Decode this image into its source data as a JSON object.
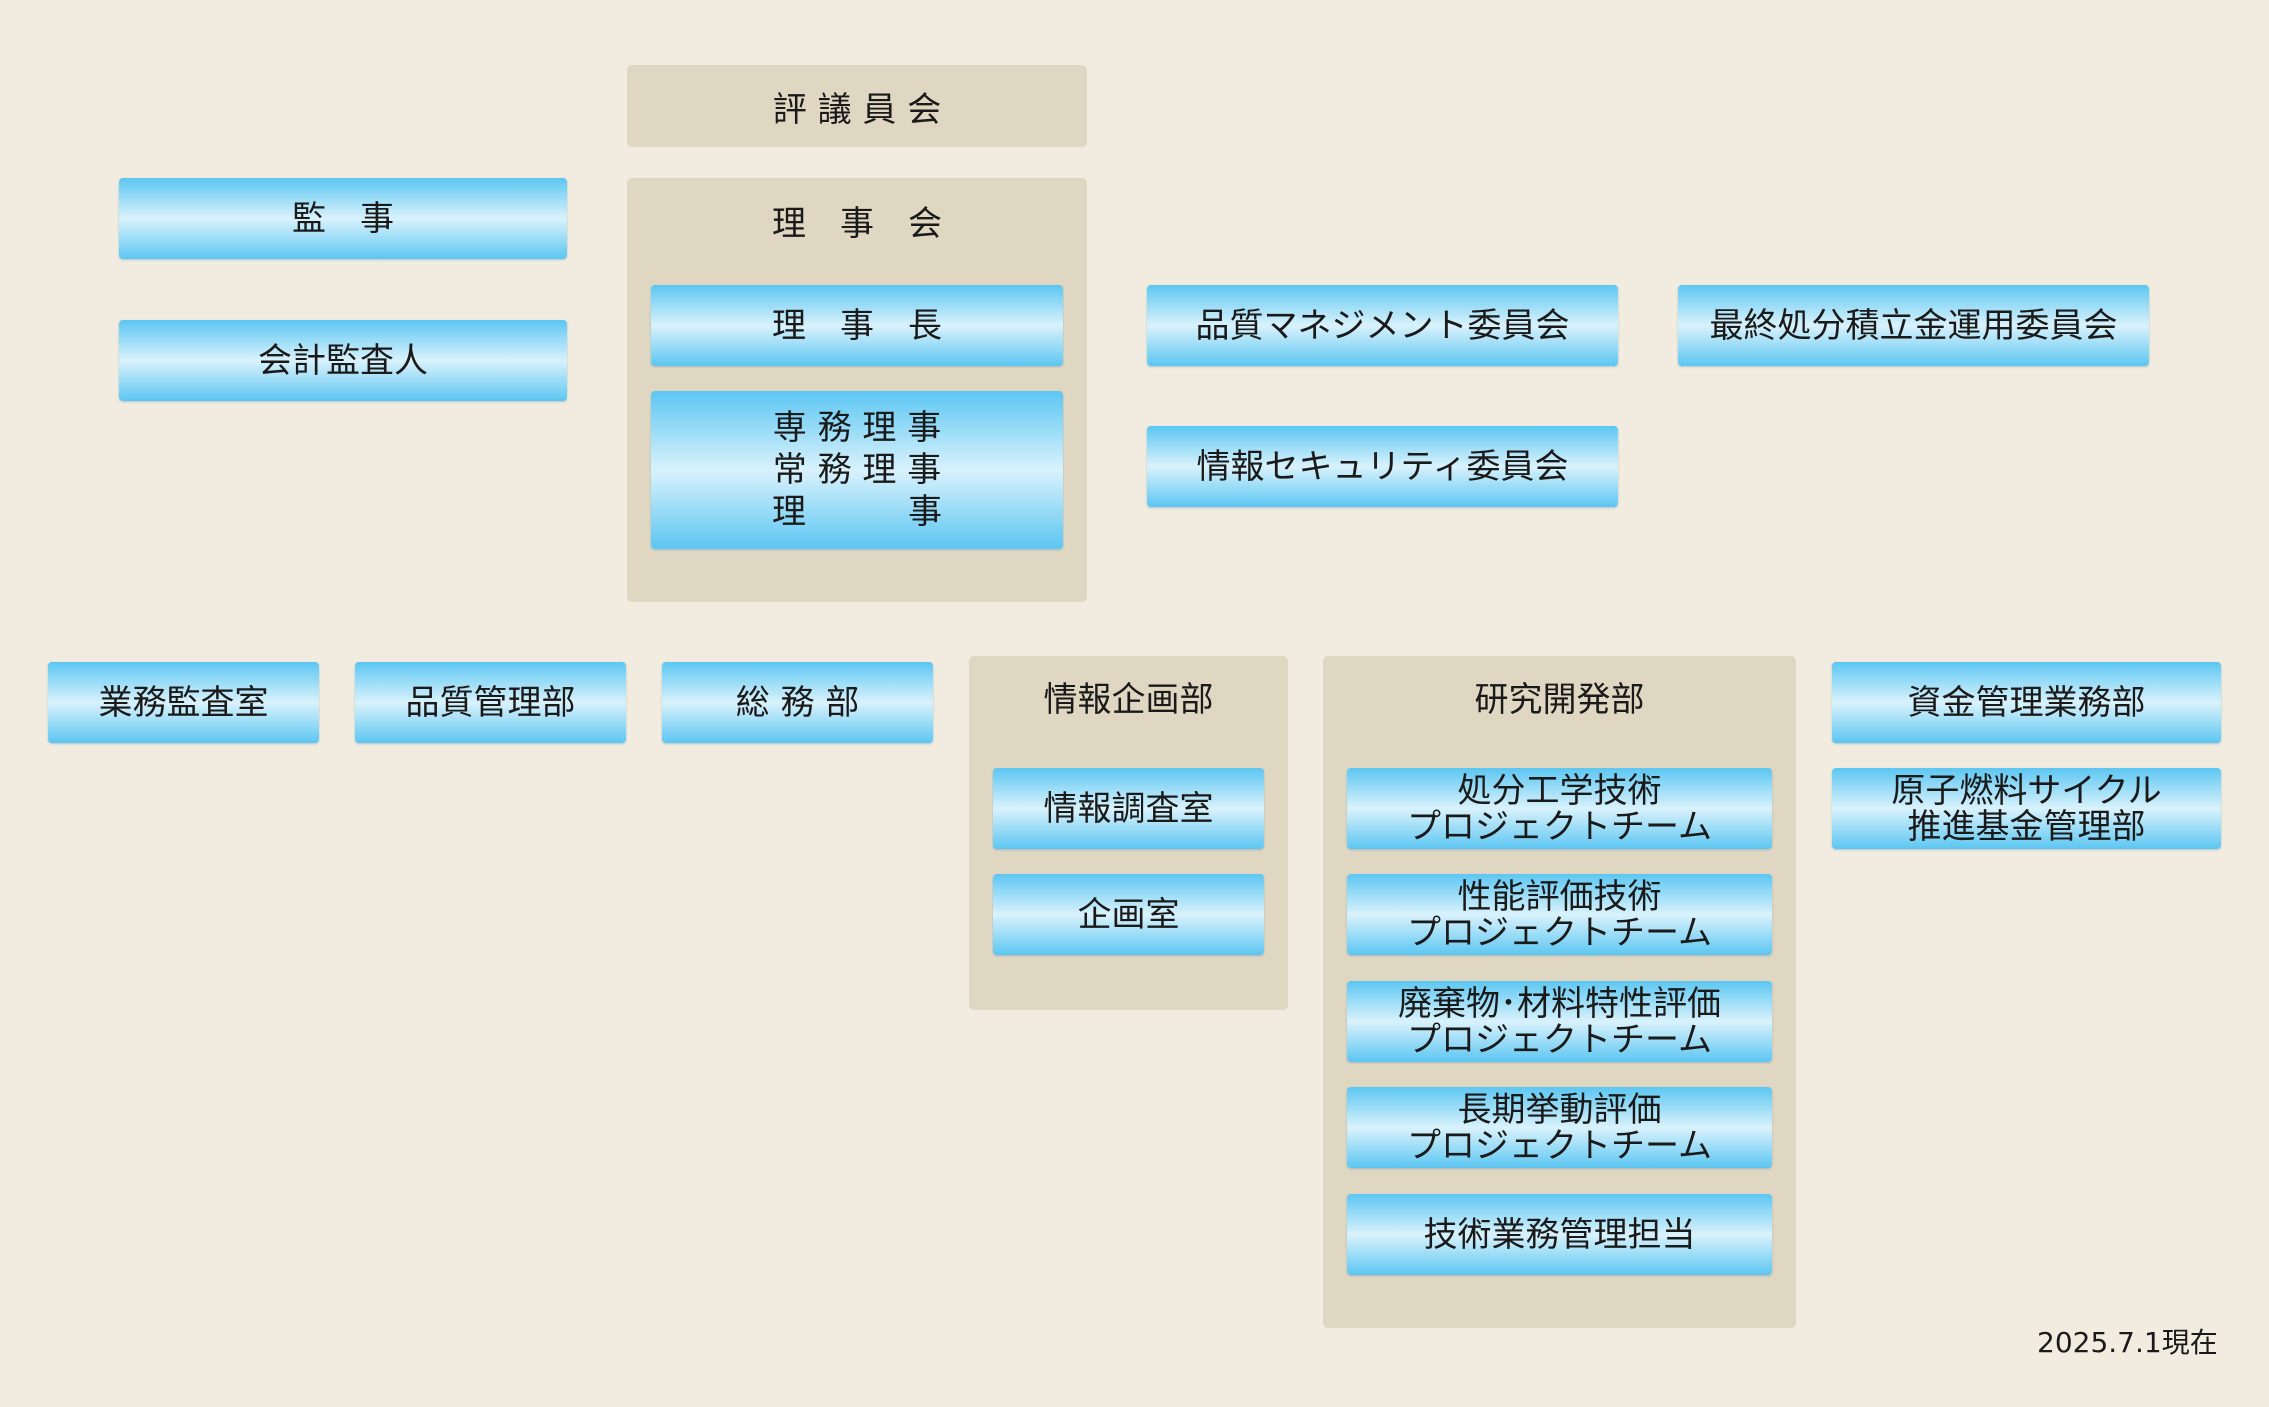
{
  "top": {
    "council": "評 議 員 会",
    "board_title": "理　事　会",
    "chairman": "理　事　長",
    "directors": "専 務 理 事\n常 務 理 事\n理　　　事",
    "auditor": "監　事",
    "accounting_auditor": "会計監査人"
  },
  "committees": {
    "quality_management": "品質マネジメント委員会",
    "reserve_fund": "最終処分積立金運用委員会",
    "information_security": "情報セキュリティ委員会"
  },
  "departments": {
    "business_audit": "業務監査室",
    "quality_control": "品質管理部",
    "general_affairs": "総 務 部",
    "info_planning": {
      "title": "情報企画部",
      "units": [
        "情報調査室",
        "企画室"
      ]
    },
    "research": {
      "title": "研究開発部",
      "units": [
        "処分工学技術\nプロジェクトチーム",
        "性能評価技術\nプロジェクトチーム",
        "廃棄物･材料特性評価\nプロジェクトチーム",
        "長期挙動評価\nプロジェクトチーム",
        "技術業務管理担当"
      ]
    },
    "fund_management": "資金管理業務部",
    "nuclear_fuel_cycle": "原子燃料サイクル\n推進基金管理部"
  },
  "as_of_date": "2025.7.1現在",
  "colors": {
    "background": "#f1ecdf",
    "panel": "#e0d7c3",
    "box_edge": "#5cc6f2",
    "box_center": "#d9f2fc"
  }
}
